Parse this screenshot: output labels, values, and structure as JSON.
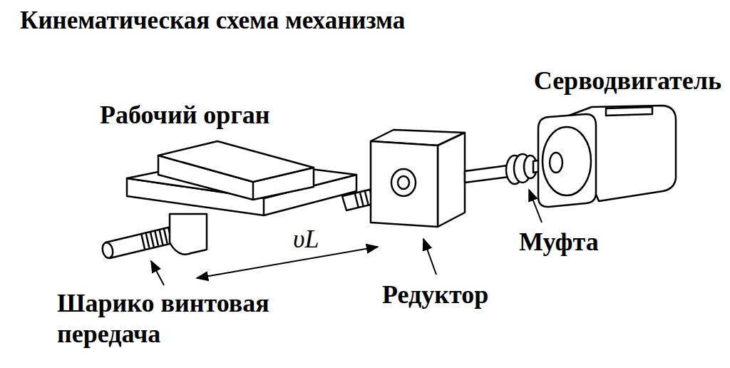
{
  "diagram": {
    "title": "Кинематическая схема механизма",
    "labels": [
      "Серводвигатель",
      "Рабочий орган",
      "υL",
      "Муфта",
      "Редуктор",
      "Шарико винтовая передача"
    ]
  }
}
